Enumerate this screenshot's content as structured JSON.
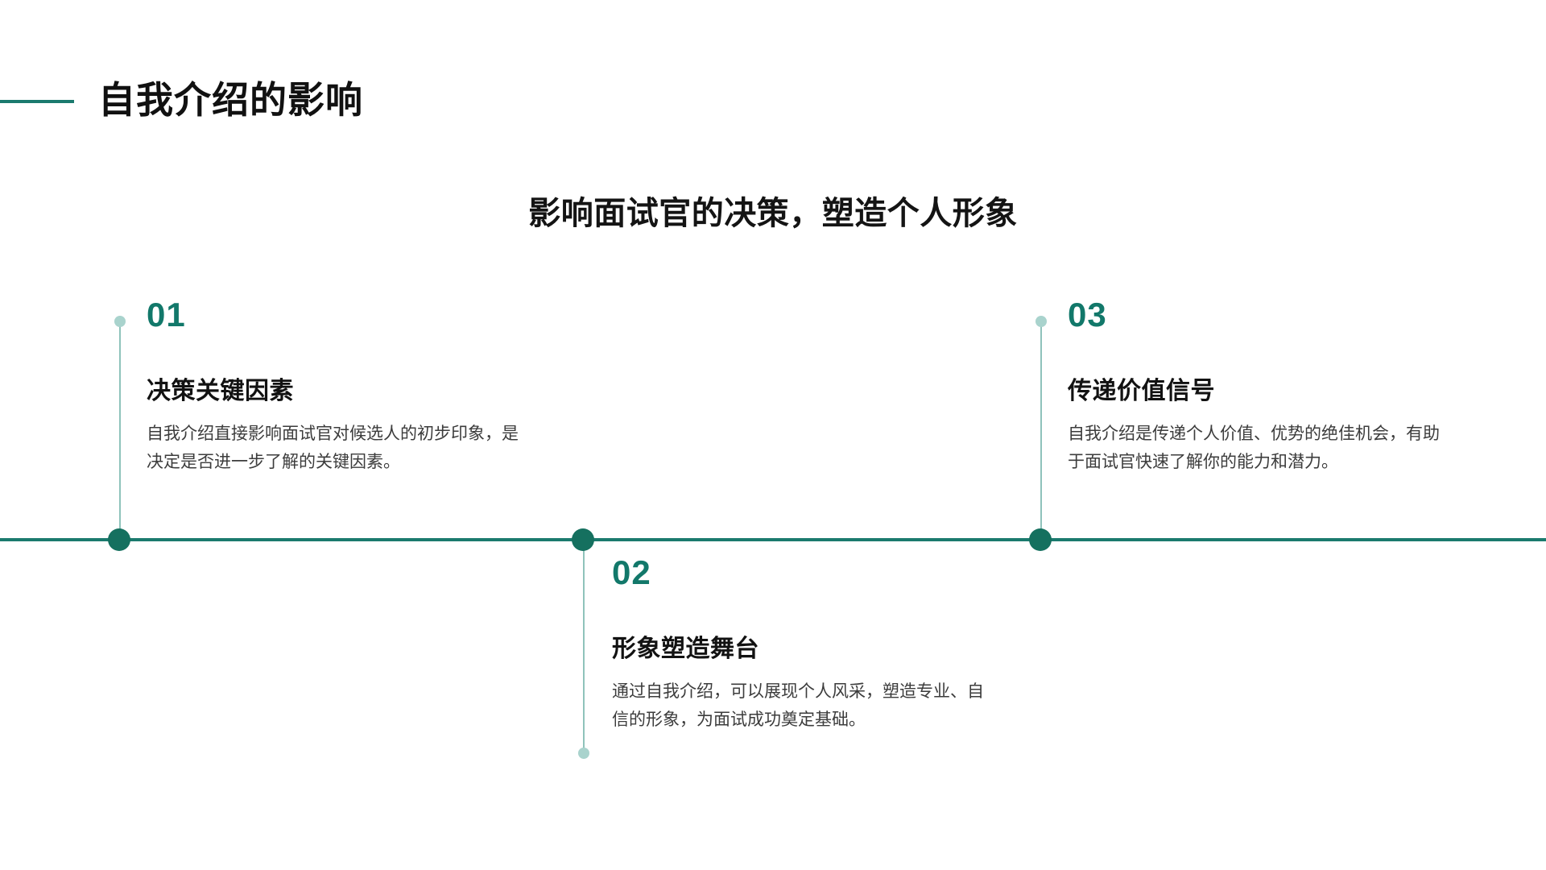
{
  "slide": {
    "title": "自我介绍的影响",
    "subtitle": "影响面试官的决策，塑造个人形象",
    "accent_color": "#1b7a6e",
    "node_color": "#15705f",
    "stem_color": "#8fc3bb",
    "cap_color": "#a9d3cd",
    "heading_color": "#121212",
    "body_color": "#3c3c3c",
    "number_color": "#12786a"
  },
  "timeline": {
    "items": [
      {
        "number": "01",
        "heading": "决策关键因素",
        "body": "自我介绍直接影响面试官对候选人的初步印象，是决定是否进一步了解的关键因素。",
        "position": "above"
      },
      {
        "number": "02",
        "heading": "形象塑造舞台",
        "body": "通过自我介绍，可以展现个人风采，塑造专业、自信的形象，为面试成功奠定基础。",
        "position": "below"
      },
      {
        "number": "03",
        "heading": "传递价值信号",
        "body": "自我介绍是传递个人价值、优势的绝佳机会，有助于面试官快速了解你的能力和潜力。",
        "position": "above"
      }
    ]
  }
}
